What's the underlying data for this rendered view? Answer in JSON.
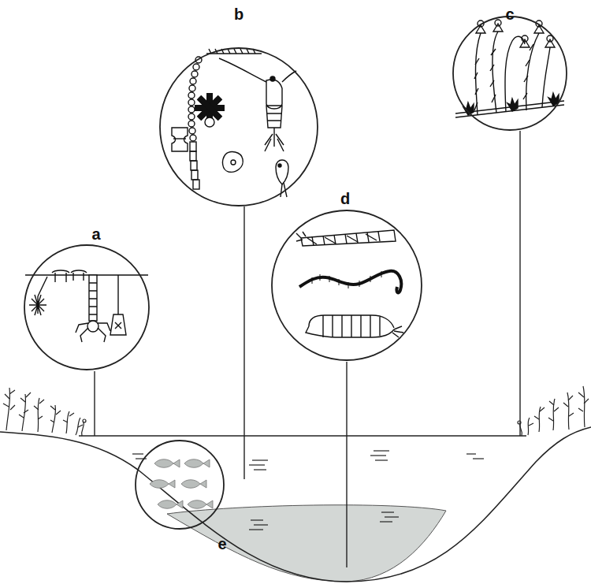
{
  "diagram": {
    "nodes": [
      {
        "text": [
          "a"
        ]
      },
      {
        "text": [
          "b"
        ]
      },
      {
        "text": [
          "c"
        ]
      },
      {
        "text": [
          "d"
        ]
      },
      {
        "text": [
          "e"
        ]
      }
    ]
  }
}
